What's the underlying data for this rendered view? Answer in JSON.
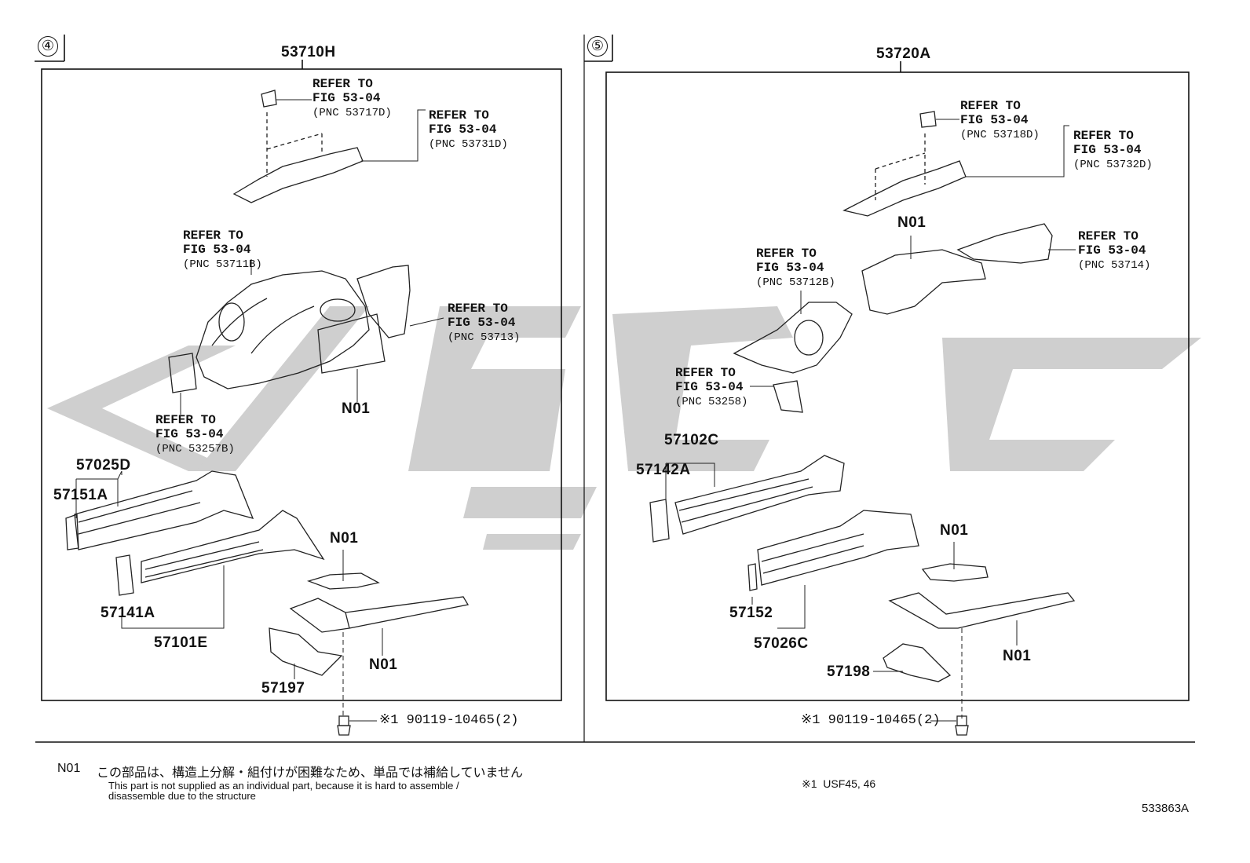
{
  "panels": [
    {
      "index": "④",
      "assembly": "53710H",
      "refs": [
        {
          "line1": "REFER TO",
          "line2": "FIG 53-04",
          "pnc": "(PNC 53717D)"
        },
        {
          "line1": "REFER TO",
          "line2": "FIG 53-04",
          "pnc": "(PNC 53731D)"
        },
        {
          "line1": "REFER TO",
          "line2": "FIG 53-04",
          "pnc": "(PNC 53711B)"
        },
        {
          "line1": "REFER TO",
          "line2": "FIG 53-04",
          "pnc": "(PNC 53713)"
        },
        {
          "line1": "REFER TO",
          "line2": "FIG 53-04",
          "pnc": "(PNC 53257B)"
        }
      ],
      "parts": [
        "N01",
        "57025D",
        "57151A",
        "N01",
        "57141A",
        "57101E",
        "N01",
        "57197"
      ],
      "bolt": "※1 90119-10465(2)"
    },
    {
      "index": "⑤",
      "assembly": "53720A",
      "refs": [
        {
          "line1": "REFER TO",
          "line2": "FIG 53-04",
          "pnc": "(PNC 53718D)"
        },
        {
          "line1": "REFER TO",
          "line2": "FIG 53-04",
          "pnc": "(PNC 53732D)"
        },
        {
          "line1": "REFER TO",
          "line2": "FIG 53-04",
          "pnc": "(PNC 53714)"
        },
        {
          "line1": "REFER TO",
          "line2": "FIG 53-04",
          "pnc": "(PNC 53712B)"
        },
        {
          "line1": "REFER TO",
          "line2": "FIG 53-04",
          "pnc": "(PNC 53258)"
        }
      ],
      "parts": [
        "N01",
        "57102C",
        "57142A",
        "N01",
        "57152",
        "57026C",
        "57198",
        "N01"
      ],
      "bolt": "※1 90119-10465(2)"
    }
  ],
  "footer": {
    "code": "N01",
    "note_jp": "この部品は、構造上分解・組付けが困難なため、単品では補給していません",
    "note_en_1": "This part is not supplied as an individual part, because it is hard to assemble /",
    "note_en_2": "disassemble due to the structure",
    "applicability": "※1  USF45, 46",
    "figure_id": "533863A"
  },
  "watermark_color": "#c8c8c8"
}
